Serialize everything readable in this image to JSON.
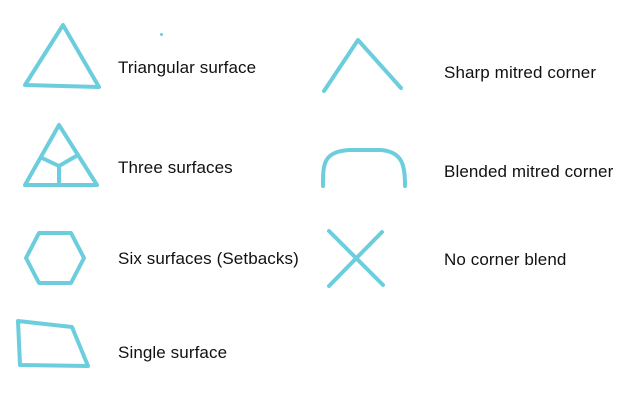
{
  "colors": {
    "stroke": "#6ccedd",
    "text": "#111111",
    "background": "#ffffff"
  },
  "legend": {
    "left": [
      {
        "icon": "triangle-icon",
        "label": "Triangular surface"
      },
      {
        "icon": "three-surfaces-icon",
        "label": "Three surfaces"
      },
      {
        "icon": "hexagon-icon",
        "label": "Six surfaces (Setbacks)"
      },
      {
        "icon": "quadrilateral-icon",
        "label": "Single surface"
      }
    ],
    "right": [
      {
        "icon": "sharp-corner-icon",
        "label": "Sharp mitred corner"
      },
      {
        "icon": "blended-corner-icon",
        "label": "Blended mitred corner"
      },
      {
        "icon": "x-cross-icon",
        "label": "No corner blend"
      }
    ]
  }
}
